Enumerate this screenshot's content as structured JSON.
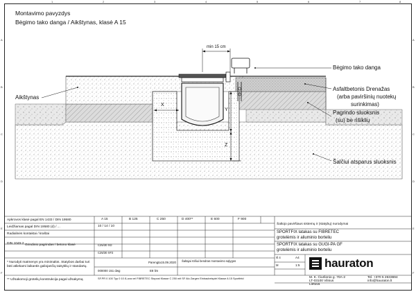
{
  "title": {
    "line1": "Montavimo pavyzdys",
    "line2": "Bėgimo tako danga / Aikštynas, klasė A 15"
  },
  "dimensions": {
    "min_width": "min 15 cm",
    "x": "X",
    "y": "Y",
    "z": "Z"
  },
  "labels": {
    "left": "Aikštynas",
    "right": [
      {
        "id": "running-track-surface",
        "lines": [
          "Bėgimo tako danga"
        ]
      },
      {
        "id": "asphalt-concrete",
        "lines": [
          "Asfaltbetonis Drenažas",
          "(arba paviršinių nuotekų",
          "surinkimas)"
        ]
      },
      {
        "id": "base-layer",
        "lines": [
          "Pagrindo sluoksnis",
          "(su) be rišiklių"
        ]
      },
      {
        "id": "frost-layer",
        "lines": [
          "Šalčiui atsparus sluoksnis"
        ]
      }
    ]
  },
  "rulers": {
    "top": [
      "1",
      "2",
      "3",
      "4",
      "5",
      "6",
      "7",
      "8"
    ],
    "side": [
      "A",
      "B",
      "C",
      "D",
      "E",
      "F"
    ]
  },
  "table": {
    "row1_label": "Apkrovos klasė pagal EN 1433 / DIN 19580",
    "row2_label": "Leidžiamas pagal DIN 19580 (d) / ...",
    "row3_label": "Radialinės kontaktai / kraštai",
    "row4a_label": "DIN 1045-2",
    "row4b_label": "Grindinio pagrindas / betono klasė",
    "classes": [
      "A 15",
      "B 125",
      "C 250",
      "D 400**",
      "E 600",
      "F 900"
    ],
    "values_row2": "10 / 14 / 10",
    "values_row4a": "C25/30 XD",
    "values_row4b": "C25/30 XF2",
    "notes": "* Nurodyti matmenys yra minimalūs. Statybos darbai turi būti atliekami laikantis galiojančių taisyklių ir standartų.",
    "notes2": "** Užsakomoji grotelių konstrukcija pagal užsakymą",
    "approved_label": "Parengta",
    "approved_date": "15.09.2020",
    "fig_label": "Šaltajai rūšiui bendras montavimo sąlygos",
    "scale_label": "M",
    "format_label": "Iš 4",
    "drawing_number": "000000 151 dwg",
    "drawing_ref": "E8 lim",
    "description": "SF.PR 0 100 Typ 0 10 Ä-uva vel FIBRETEC Stopost Klasse C 250 mit SF Alu Zargen Einbaubeispiel Klasse A 15 Sportfeld"
  },
  "product_block": {
    "heading": "Šaltojo paviršiaus sistemų ir (statybų) nurodymai",
    "items": [
      {
        "title": "SPORTFIX latakas su FIBRETEC",
        "sub": "grotelėmis ir aliuminio borteliu"
      },
      {
        "title": "SPORTFIX latakas su GUGI-PA GF",
        "sub": "grotelėmis ir aliuminio borteliu"
      }
    ],
    "format": "A4",
    "scale": "1:5"
  },
  "logo": {
    "brand": "hauraton",
    "address_line1": "M. K. Čiurlionio g. 70A-2",
    "address_line2": "LT-03100 Vilnius",
    "address_line3": "Lietuva",
    "phone": "Tel. +370 5 2633694",
    "email": "info@hauraton.lt"
  }
}
